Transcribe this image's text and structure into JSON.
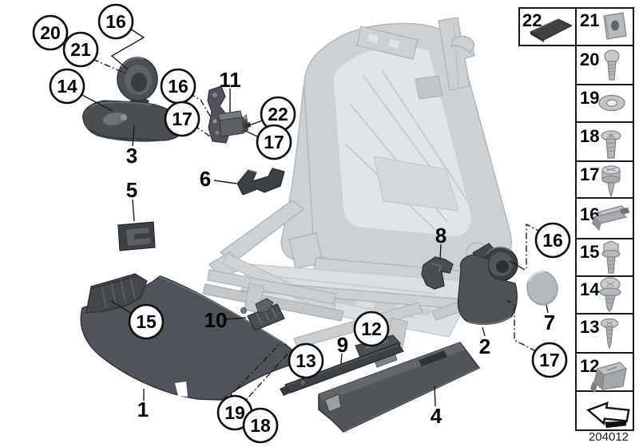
{
  "document_number": "204012",
  "colors": {
    "part_dark": "#4a4e52",
    "part_darker": "#3d4145",
    "frame_ghost": "#cdd1d4",
    "frame_ghost_line": "#b0b4b8",
    "cap_gray": "#b5b9bd",
    "line_black": "#1a1a1a"
  },
  "diagram": {
    "part_labels": [
      {
        "label": "1"
      },
      {
        "label": "2"
      },
      {
        "label": "3"
      },
      {
        "label": "4"
      },
      {
        "label": "5"
      },
      {
        "label": "6"
      },
      {
        "label": "7"
      },
      {
        "label": "8"
      },
      {
        "label": "9"
      },
      {
        "label": "10"
      },
      {
        "label": "11"
      }
    ],
    "callouts": [
      {
        "label": "20"
      },
      {
        "label": "21"
      },
      {
        "label": "16"
      },
      {
        "label": "14"
      },
      {
        "label": "16"
      },
      {
        "label": "17"
      },
      {
        "label": "22"
      },
      {
        "label": "17"
      },
      {
        "label": "15"
      },
      {
        "label": "19"
      },
      {
        "label": "18"
      },
      {
        "label": "13"
      },
      {
        "label": "12"
      },
      {
        "label": "16"
      },
      {
        "label": "17"
      }
    ]
  },
  "legend": {
    "rows": [
      {
        "number": "22",
        "icon": "trim-pad-icon"
      },
      {
        "number": "21",
        "icon": "clip-nut-icon"
      },
      {
        "number": "20",
        "icon": "pan-head-screw-icon"
      },
      {
        "number": "19",
        "icon": "washer-icon"
      },
      {
        "number": "18",
        "icon": "countersunk-screw-icon"
      },
      {
        "number": "17",
        "icon": "shoulder-screw-icon"
      },
      {
        "number": "16",
        "icon": "spring-clip-icon"
      },
      {
        "number": "15",
        "icon": "hex-bolt-icon"
      },
      {
        "number": "14",
        "icon": "washer-screw-icon"
      },
      {
        "number": "13",
        "icon": "tapping-screw-icon"
      },
      {
        "number": "12",
        "icon": "clamp-clip-icon"
      }
    ],
    "footer_icon": "direction-arrow-icon"
  }
}
